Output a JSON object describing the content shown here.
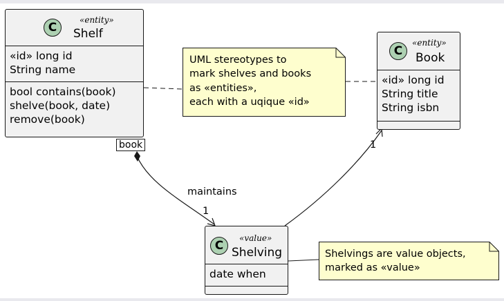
{
  "shelf": {
    "badge": "C",
    "stereotype": "«entity»",
    "name": "Shelf",
    "fields": [
      "«id» long id",
      "String name"
    ],
    "methods": [
      "bool contains(book)",
      "shelve(book, date)",
      "remove(book)"
    ]
  },
  "book": {
    "badge": "C",
    "stereotype": "«entity»",
    "name": "Book",
    "fields": [
      "«id» long id",
      "String title",
      "String isbn"
    ]
  },
  "shelving": {
    "badge": "C",
    "stereotype": "«value»",
    "name": "Shelving",
    "fields": [
      "date when"
    ]
  },
  "note_entities": {
    "lines": [
      "UML stereotypes to",
      "mark shelves and books",
      "as «entities»,",
      "each with a uqique «id»"
    ]
  },
  "note_value": {
    "lines": [
      "Shelvings are value objects,",
      "marked as «value»"
    ]
  },
  "relations": {
    "qualifier": "book",
    "maintains_label": "maintains",
    "maintains_mult": "1",
    "book_mult": "1"
  },
  "colors": {
    "class_fill": "#f1f1f1",
    "badge_fill": "#add1b2",
    "note_fill": "#fefece",
    "line": "#181818"
  }
}
